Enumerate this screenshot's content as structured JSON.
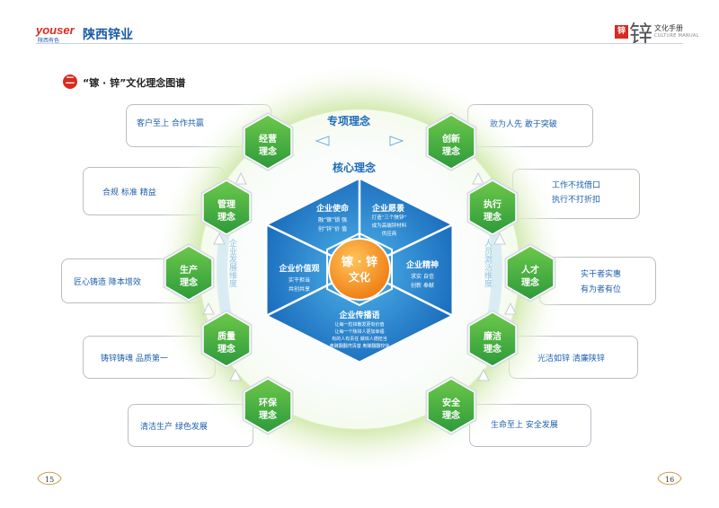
{
  "header": {
    "brand_latin": "youser",
    "brand_latin_sub": "陕西有色",
    "company": "陕西锌业",
    "handbook_glyph": "锌",
    "handbook_badge": "锌",
    "handbook_title": "文化手册",
    "handbook_sub": "CULTURE MANUAL"
  },
  "section": {
    "number": "二",
    "title": "“镓 · 锌”文化理念图谱"
  },
  "center": {
    "title": "镓 · 锌",
    "subtitle": "文化",
    "color_orange": "#f28a1a"
  },
  "bands": {
    "special": "专项理念",
    "core": "核心理念",
    "left_dimension": "企业发展维度",
    "right_dimension": "人员激活维度"
  },
  "core_sectors": [
    {
      "title": "企业使命",
      "lines": [
        "融“镓”锁 强",
        "创“锌”价 值"
      ]
    },
    {
      "title": "企业愿景",
      "lines": [
        "打造“三个陕锌”",
        "成为高端锌材料",
        "供应商"
      ]
    },
    {
      "title": "企业精神",
      "lines": [
        "求实  自信",
        "创新  奉献"
      ]
    },
    {
      "title": "企业传播语",
      "lines": [
        "让每一粒锌散发更有价值",
        "让每一个陕锌人更加幸福",
        "有的人有责任  做锌人德担当",
        "奥酵翻翻湾清楚  奥酵翻翻较快"
      ]
    },
    {
      "title": "企业价值观",
      "lines": [
        "实干担当",
        "共创共享"
      ]
    }
  ],
  "hexes": [
    {
      "label1": "经营",
      "label2": "理念",
      "text": "客户至上   合作共赢"
    },
    {
      "label1": "管理",
      "label2": "理念",
      "text": "合规   标准   精益"
    },
    {
      "label1": "生产",
      "label2": "理念",
      "text": "匠心铸造   降本增效"
    },
    {
      "label1": "质量",
      "label2": "理念",
      "text": "铸锌铸魂   品质第一"
    },
    {
      "label1": "环保",
      "label2": "理念",
      "text": "清洁生产   绿色发展"
    },
    {
      "label1": "创新",
      "label2": "理念",
      "text": "敢为人先   敢于突破"
    },
    {
      "label1": "执行",
      "label2": "理念",
      "text_lines": [
        "工作不找借口",
        "执行不打折扣"
      ]
    },
    {
      "label1": "人才",
      "label2": "理念",
      "text_lines": [
        "实干者实惠",
        "有为者有位"
      ]
    },
    {
      "label1": "廉洁",
      "label2": "理念",
      "text": "光洁如锌   清廉陕锌"
    },
    {
      "label1": "安全",
      "label2": "理念",
      "text": "生命至上   安全发展"
    }
  ],
  "pages": {
    "left": "15",
    "right": "16"
  },
  "colors": {
    "blue_dark": "#1565b8",
    "blue_mid": "#1f86d3",
    "green_hex": "#3fb24a",
    "text_blue": "#1d5fae",
    "brand_red": "#d82b20"
  }
}
